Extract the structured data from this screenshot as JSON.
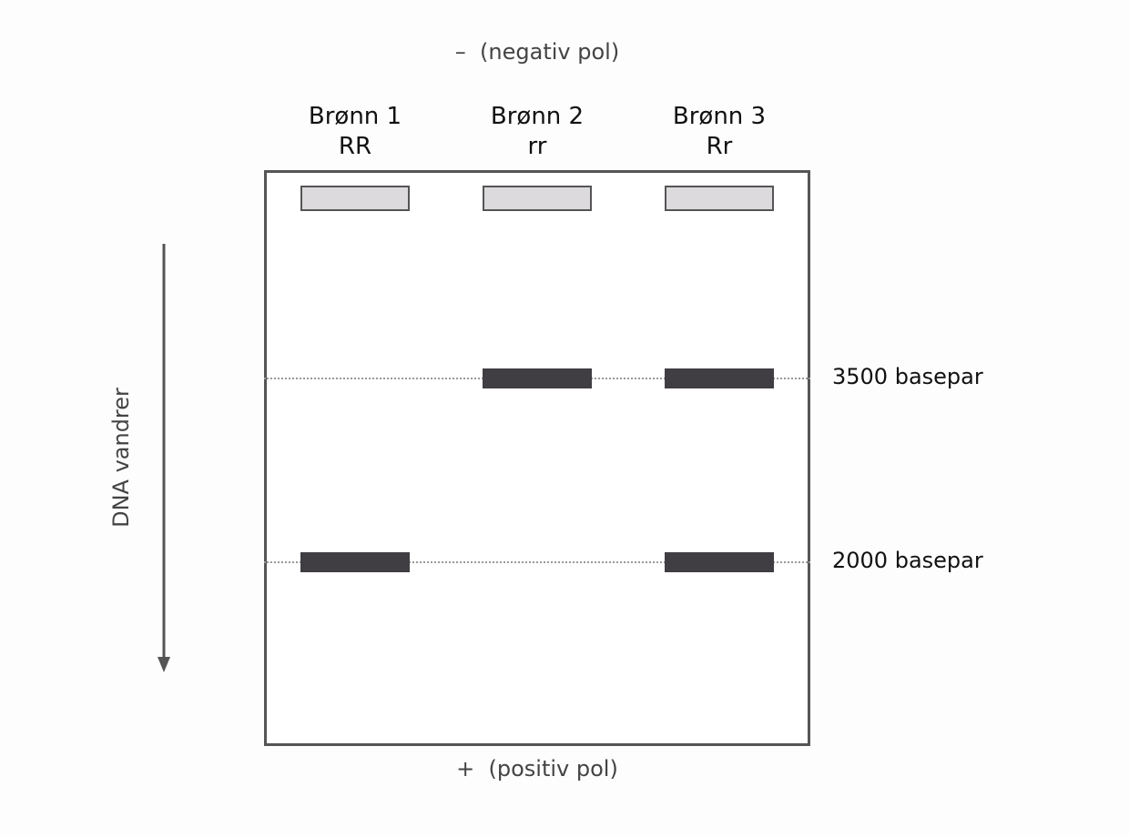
{
  "poles": {
    "negative": "–  (negativ pol)",
    "positive": "+  (positiv pol)"
  },
  "wells": [
    {
      "name": "Brønn 1",
      "genotype": "RR",
      "bands_bp": [
        2000
      ]
    },
    {
      "name": "Brønn 2",
      "genotype": "rr",
      "bands_bp": [
        3500
      ]
    },
    {
      "name": "Brønn 3",
      "genotype": "Rr",
      "bands_bp": [
        3500,
        2000
      ]
    }
  ],
  "size_markers": [
    {
      "bp": 3500,
      "label": "3500 basepar"
    },
    {
      "bp": 2000,
      "label": "2000 basepar"
    }
  ],
  "migration_label": "DNA vandrer",
  "colors": {
    "band": "#403e42",
    "well": "#dcdadd",
    "outline": "#555555",
    "guide": "#9a9a9a"
  }
}
